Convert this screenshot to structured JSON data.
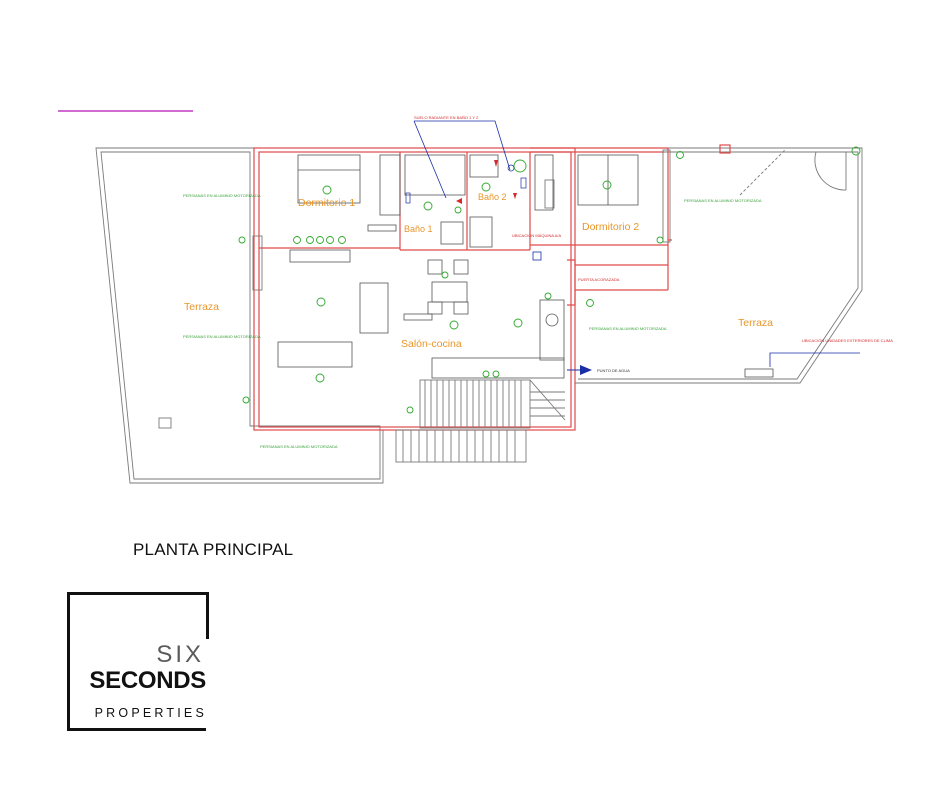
{
  "plan": {
    "rooms": {
      "dormitorio1": "Dormitorio 1",
      "bano1": "Baño 1",
      "bano2": "Baño 2",
      "dormitorio2": "Dormitorio 2",
      "salon": "Salón-cocina",
      "terraza_left": "Terraza",
      "terraza_right": "Terraza"
    },
    "notes": {
      "suelo_radiante": "SUELO RADIANTE EN BAÑO 1 Y 2",
      "punto_agua": "PUNTO DE AGUA",
      "puerta_acorazada": "PUERTA ACORAZADA",
      "ubicacion_maquina": "UBICACIÓN MÁQUINA A/A",
      "ubicacion_unidades": "UBICACIÓN UNIDADES EXTERIORES DE CLIMA",
      "persiana_1": "PERSIANAS EN ALUMINIO MOTORIZADA",
      "persiana_2": "PERSIANAS EN ALUMINIO MOTORIZADA",
      "persiana_3": "PERSIANAS EN ALUMINIO MOTORIZADA",
      "persiana_4": "PERSIANAS EN ALUMINIO MOTORIZADA",
      "persiana_5": "PERSIANAS EN ALUMINIO MOTORIZADA"
    }
  },
  "caption": {
    "title": "PLANTA PRINCIPAL"
  },
  "logo": {
    "six": "SIX",
    "seconds": "SECONDS",
    "properties": "PROPERTIES"
  },
  "colors": {
    "wall_red": "#e04a4a",
    "wall_gray": "#7a7a7a",
    "label_orange": "#e8962a",
    "fixture_green": "#2fa82f",
    "note_blue": "#1a2ea8",
    "accent_magenta": "#c03ac0"
  }
}
